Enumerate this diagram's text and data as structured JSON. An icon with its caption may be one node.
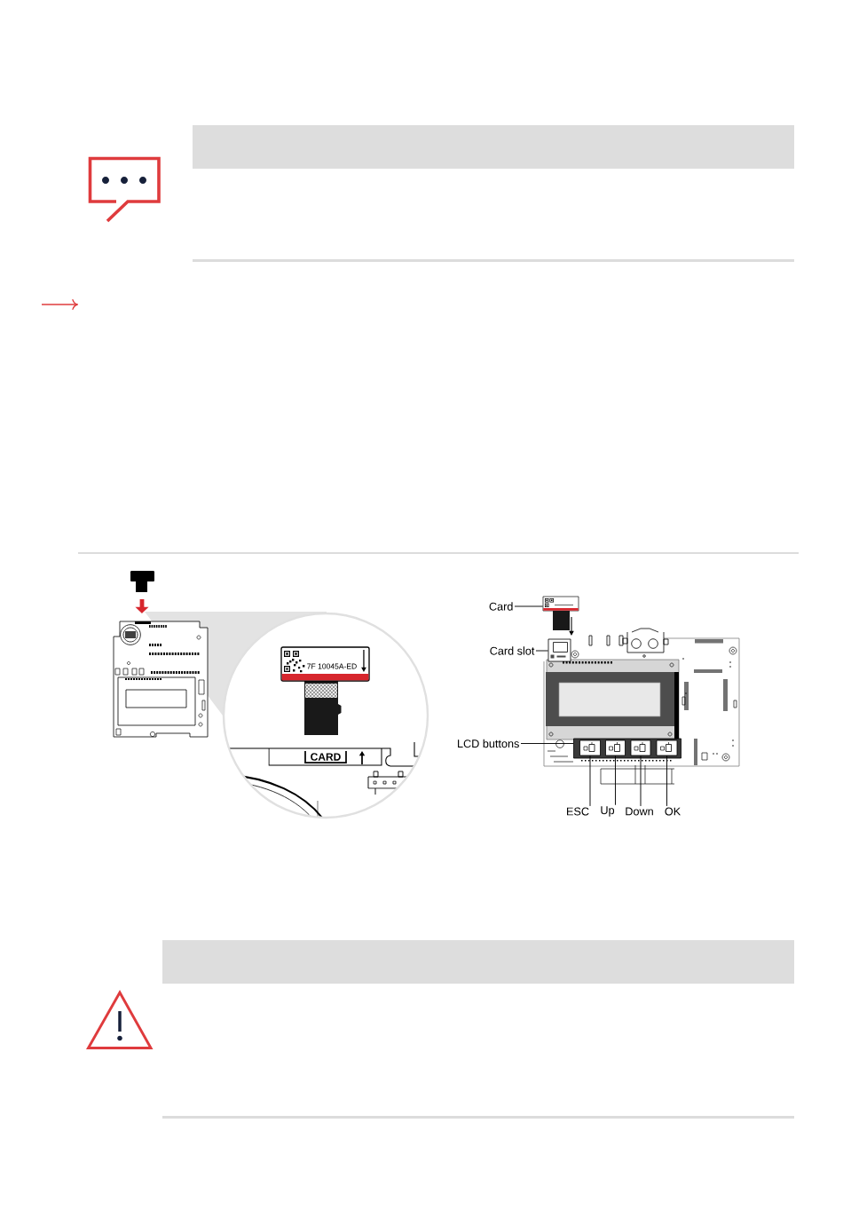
{
  "diagram": {
    "nodes": [
      {
        "text": [
          "Card"
        ]
      },
      {
        "text": [],
        "shape": "picture"
      },
      {
        "text": [
          "Card slot"
        ]
      },
      {
        "text": [],
        "shape": "box"
      },
      {
        "text": [
          "LCD buttons"
        ]
      },
      {
        "text": [],
        "shape": "box"
      },
      {
        "text": [],
        "shape": "box",
        "in": 5
      },
      {
        "text": [],
        "shape": "box",
        "in": 5
      },
      {
        "text": [],
        "shape": "box",
        "in": 5
      },
      {
        "text": [],
        "shape": "box",
        "in": 5
      },
      {
        "text": [
          "ESC"
        ]
      },
      {
        "text": [
          "Up"
        ]
      },
      {
        "text": [
          "Down"
        ]
      },
      {
        "text": [
          "OK"
        ]
      }
    ],
    "edges": [
      {
        "from": 0,
        "to": 1,
        "arrow": "none"
      },
      {
        "from": 2,
        "to": 3,
        "arrow": "none"
      },
      {
        "from": 4,
        "to": 5,
        "arrow": "none"
      },
      {
        "from": 10,
        "to": 6,
        "arrow": "none"
      },
      {
        "from": 11,
        "to": 7,
        "arrow": "none"
      },
      {
        "from": 12,
        "to": 8,
        "arrow": "none"
      },
      {
        "from": 13,
        "to": 9,
        "arrow": "none"
      }
    ],
    "labels": [
      "7F 10045A-ED",
      "CARD"
    ]
  }
}
